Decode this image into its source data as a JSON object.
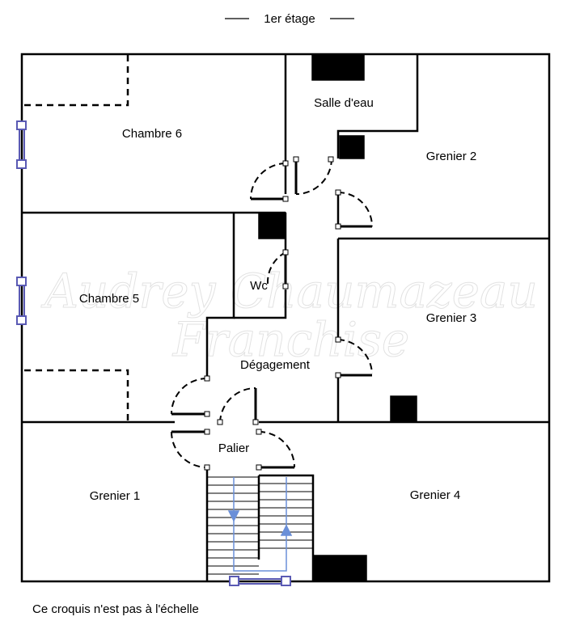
{
  "title": "1er étage",
  "note": "Ce croquis n'est pas à l'échelle",
  "watermark": {
    "line1": "Audrey Chaumazeau",
    "line2": "Franchise"
  },
  "rooms": {
    "chambre6": "Chambre 6",
    "salle_eau": "Salle d'eau",
    "grenier2": "Grenier 2",
    "chambre5": "Chambre 5",
    "wc": "Wc",
    "grenier3": "Grenier 3",
    "degagement": "Dégagement",
    "palier": "Palier",
    "grenier1": "Grenier 1",
    "grenier4": "Grenier 4"
  },
  "colors": {
    "wall": "#000000",
    "window": "#5a5ab4",
    "stair_arrow": "#6a8fd8"
  }
}
